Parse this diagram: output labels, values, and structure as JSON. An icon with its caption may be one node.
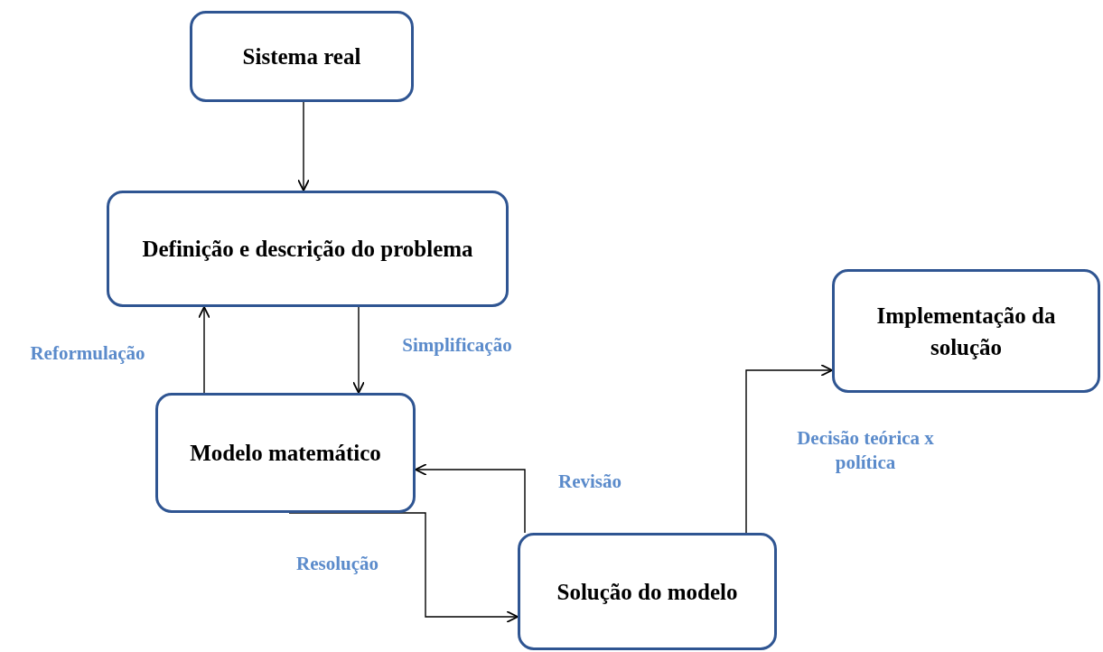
{
  "diagram": {
    "nodes": [
      {
        "text": [
          "Sistema real"
        ]
      },
      {
        "text": [
          "Definição e descrição do problema"
        ]
      },
      {
        "text": [
          "Modelo matemático"
        ]
      },
      {
        "text": [
          "Solução do modelo"
        ]
      },
      {
        "text": [
          "Implementação da solução"
        ]
      }
    ],
    "edges": [
      {
        "from": 0,
        "to": 1,
        "arrow": "to"
      },
      {
        "from": 2,
        "to": 1,
        "arrow": "to",
        "label": "Reformulação"
      },
      {
        "from": 1,
        "to": 2,
        "arrow": "to",
        "label": "Simplificação"
      },
      {
        "from": 2,
        "to": 3,
        "arrow": "to",
        "label": "Resolução"
      },
      {
        "from": 3,
        "to": 2,
        "arrow": "to",
        "label": "Revisão"
      },
      {
        "from": 3,
        "to": 4,
        "arrow": "to",
        "label": "Decisão teórica x política"
      }
    ]
  }
}
